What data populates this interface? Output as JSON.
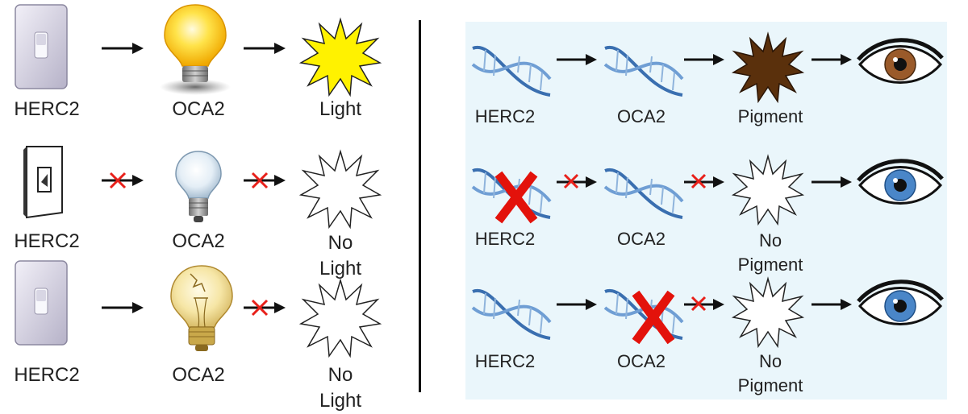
{
  "left": {
    "rows": [
      {
        "gene1": "HERC2",
        "gene2": "OCA2",
        "result": "Light"
      },
      {
        "gene1": "HERC2",
        "gene2": "OCA2",
        "result": "No\nLight"
      },
      {
        "gene1": "HERC2",
        "gene2": "OCA2",
        "result": "No\nLight"
      }
    ]
  },
  "right": {
    "rows": [
      {
        "gene1": "HERC2",
        "gene2": "OCA2",
        "result": "Pigment",
        "eye": "brown"
      },
      {
        "gene1": "HERC2",
        "gene2": "OCA2",
        "result": "No\nPigment",
        "eye": "blue"
      },
      {
        "gene1": "HERC2",
        "gene2": "OCA2",
        "result": "No\nPigment",
        "eye": "blue"
      }
    ]
  },
  "colors": {
    "arrow": "#111111",
    "block_mark": "#e8201a",
    "big_x": "#e3120b",
    "light_star": "#fff200",
    "pigment_star": "#5a300c",
    "brown_iris": "#9a5a2a",
    "blue_iris": "#4a86c8",
    "panel_bg": "#eaf6fb",
    "dna": "#3a6fb0"
  },
  "icons": {
    "switch": "light-switch-icon",
    "bulb": "light-bulb-icon",
    "burst": "starburst-icon",
    "dna": "dna-helix-icon",
    "eye": "eye-icon",
    "cross": "cross-mark-icon"
  }
}
